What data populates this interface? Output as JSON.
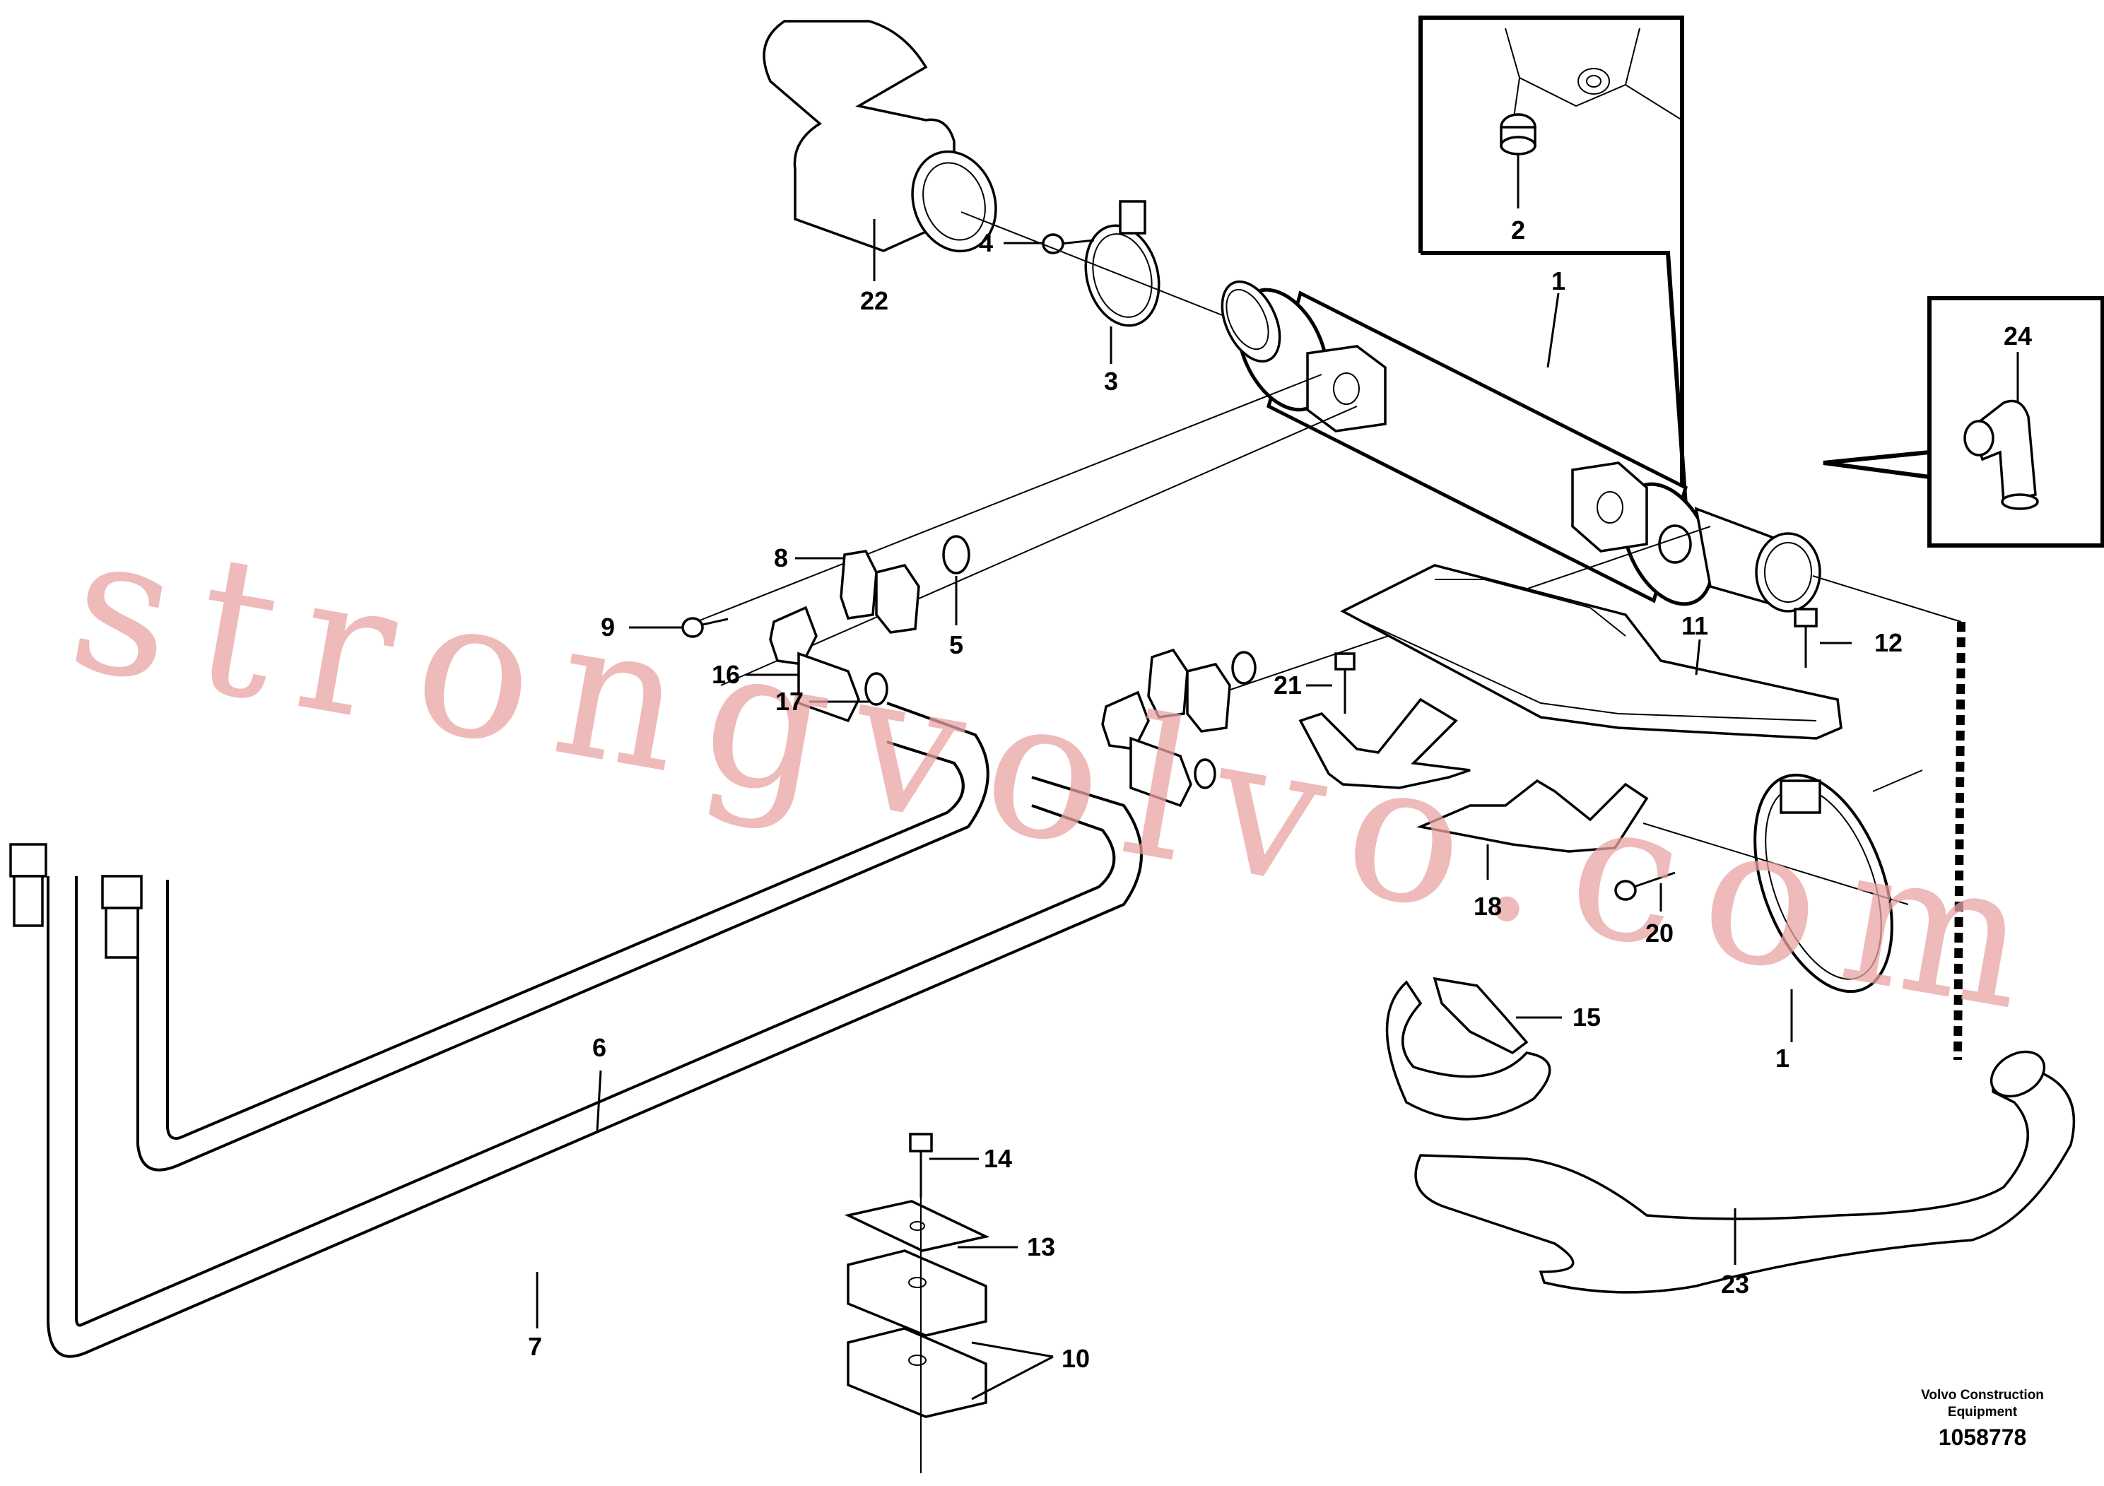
{
  "callouts": [
    "1",
    "2",
    "3",
    "4",
    "5",
    "6",
    "7",
    "8",
    "9",
    "10",
    "11",
    "12",
    "13",
    "14",
    "15",
    "16",
    "17",
    "18",
    "20",
    "21",
    "22",
    "23",
    "24"
  ],
  "partial_callout": "1",
  "footer": {
    "maker_line1": "Volvo Construction",
    "maker_line2": "Equipment",
    "drawing_number": "1058778"
  },
  "watermark": "strongvolvo.com"
}
